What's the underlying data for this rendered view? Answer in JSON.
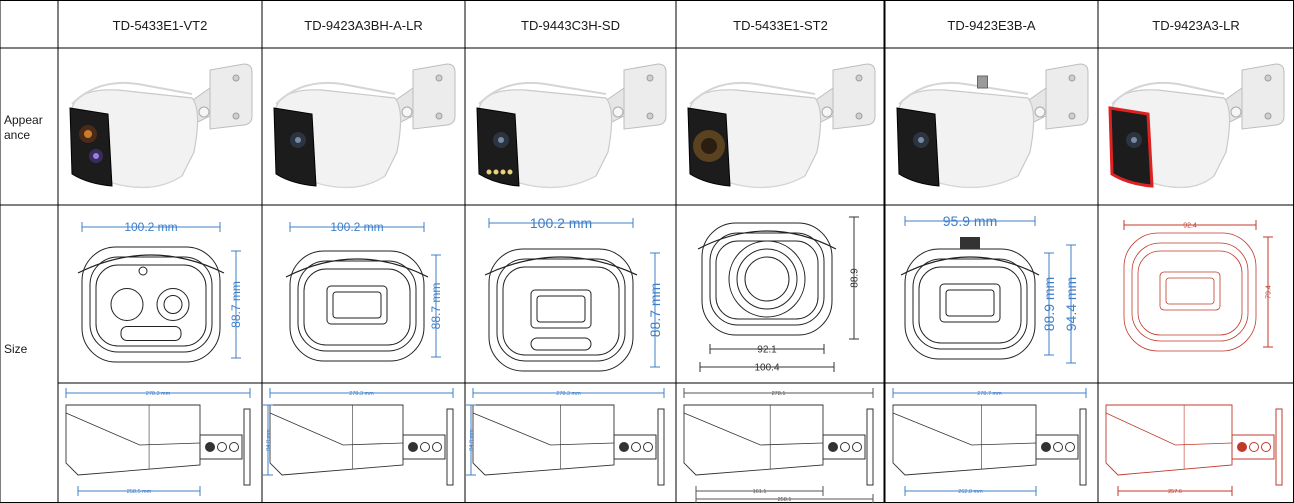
{
  "table": {
    "row_labels": {
      "appearance": [
        "Appear",
        "ance"
      ],
      "size": "Size"
    },
    "models": [
      {
        "name": "TD-5433E1-VT2",
        "front": {
          "width": "100.2 mm",
          "height": "88.7 mm",
          "lens": "dual"
        },
        "side": {
          "length": "278.3 mm",
          "height": "",
          "bottom": "258.5 mm"
        }
      },
      {
        "name": "TD-9423A3BH-A-LR",
        "front": {
          "width": "100.2 mm",
          "height": "88.7 mm",
          "lens": "rect"
        },
        "side": {
          "length": "278.3 mm",
          "height": "84.8 mm",
          "bottom": ""
        }
      },
      {
        "name": "TD-9443C3H-SD",
        "front": {
          "width": "100.2 mm",
          "height": "88.7 mm",
          "lens": "rect-strip"
        },
        "side": {
          "length": "278.3 mm",
          "height": "84.8 mm",
          "bottom": ""
        }
      },
      {
        "name": "TD-5433E1-ST2",
        "front": {
          "width": "92.1",
          "width2": "100.4",
          "height": "88.9",
          "lens": "round"
        },
        "side": {
          "length": "278.1",
          "height": "",
          "bottom": "161.1",
          "bottom2": "258.1"
        }
      },
      {
        "name": "TD-9423E3B-A",
        "front": {
          "width": "95.9 mm",
          "height": "88.9 mm",
          "height2": "94.4 mm",
          "lens": "rect-knob"
        },
        "side": {
          "length": "278.7 mm",
          "height": "",
          "bottom": "262.8 mm"
        }
      },
      {
        "name": "TD-9423A3-LR",
        "front": {
          "width": "92.4",
          "height": "79.4",
          "lens": "red-rect"
        },
        "side": {
          "length": "",
          "height": "",
          "bottom": "257.6"
        }
      }
    ]
  },
  "colors": {
    "grid": "#000000",
    "dimension_blue": "#3f7fc8",
    "dimension_red": "#c0392b",
    "text": "#1a1a1a",
    "camera_body": "#f2f2f2",
    "camera_face": "#1c1c1c"
  }
}
